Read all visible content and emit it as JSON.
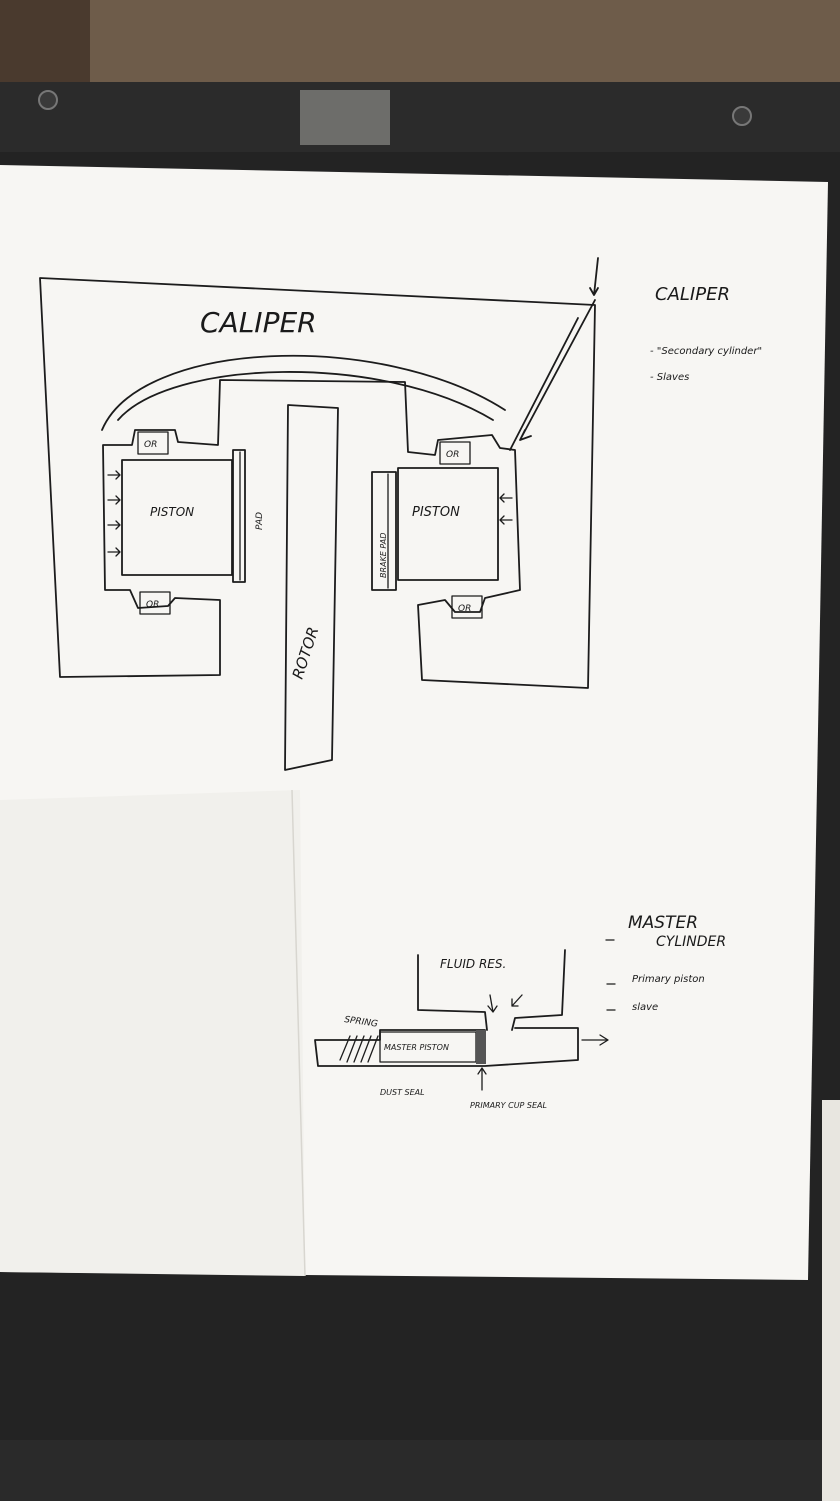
{
  "colors": {
    "wall": "#6e5c4a",
    "board": "#232323",
    "paper": "#f7f6f3",
    "ink": "#1c1c1c"
  },
  "caliper_diagram": {
    "title": "CALIPER",
    "piston_left": "PISTON",
    "piston_right": "PISTON",
    "pad_left": "PAD",
    "pad_right": "BRAKE PAD",
    "rotor": "ROTOR",
    "seal_labels": [
      "OR",
      "OR",
      "OR",
      "OR"
    ]
  },
  "caliper_notes": {
    "heading": "CALIPER",
    "items": [
      "- \"Secondary cylinder\"",
      "- Slaves"
    ]
  },
  "master_diagram": {
    "reservoir": "FLUID RES.",
    "spring": "SPRING",
    "piston": "MASTER PISTON",
    "dust_seal": "DUST SEAL",
    "cup_seal": "PRIMARY CUP SEAL"
  },
  "master_notes": {
    "heading_line1": "MASTER",
    "heading_line2": "CYLINDER",
    "items": [
      "Primary piston",
      "slave"
    ]
  }
}
